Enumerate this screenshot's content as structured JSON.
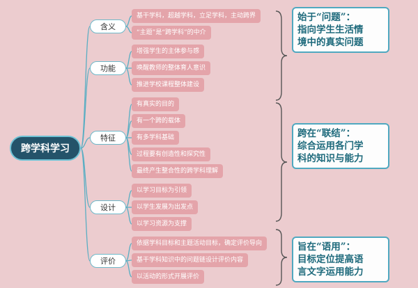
{
  "root": {
    "label": "跨学科学习"
  },
  "branches": [
    {
      "label": "含义",
      "leaves": [
        "基干学科，超越学科，立足学科，主动跨界",
        "“主题”是“跨学科”的中介"
      ]
    },
    {
      "label": "功能",
      "leaves": [
        "增强学生的主体参与感",
        "唤醒教师的整体育人意识",
        "推进学校课程整体建设"
      ]
    },
    {
      "label": "特征",
      "leaves": [
        "有真实的目的",
        "有一个跨的载体",
        "有多学科基础",
        "过程要有创造性和探究性",
        "最终产生整合性的跨学科理解"
      ]
    },
    {
      "label": "设计",
      "leaves": [
        "以学习目标为引领",
        "以学生发展为出发点",
        "以学习资源为支撑"
      ]
    },
    {
      "label": "评价",
      "leaves": [
        "依据学科目标和主题活动目标，确定评价导向",
        "基干学科知识中的问题链设计评价内容",
        "以活动的形式开展评价"
      ]
    }
  ],
  "callouts": [
    {
      "lines": [
        "始于“问题”：",
        "指向学生生活情",
        "境中的真实问题"
      ]
    },
    {
      "lines": [
        "跨在“联结”：",
        "综合运用各门学",
        "科的知识与能力"
      ]
    },
    {
      "lines": [
        "旨在“语用”：",
        "目标定位提高语",
        "言文字运用能力"
      ]
    }
  ],
  "colors": {
    "root": "#24536a",
    "line": "#5aaec3",
    "leaf": "#e4a4aa",
    "callout_text": "#1e6a7c",
    "background": "#eccccf"
  }
}
